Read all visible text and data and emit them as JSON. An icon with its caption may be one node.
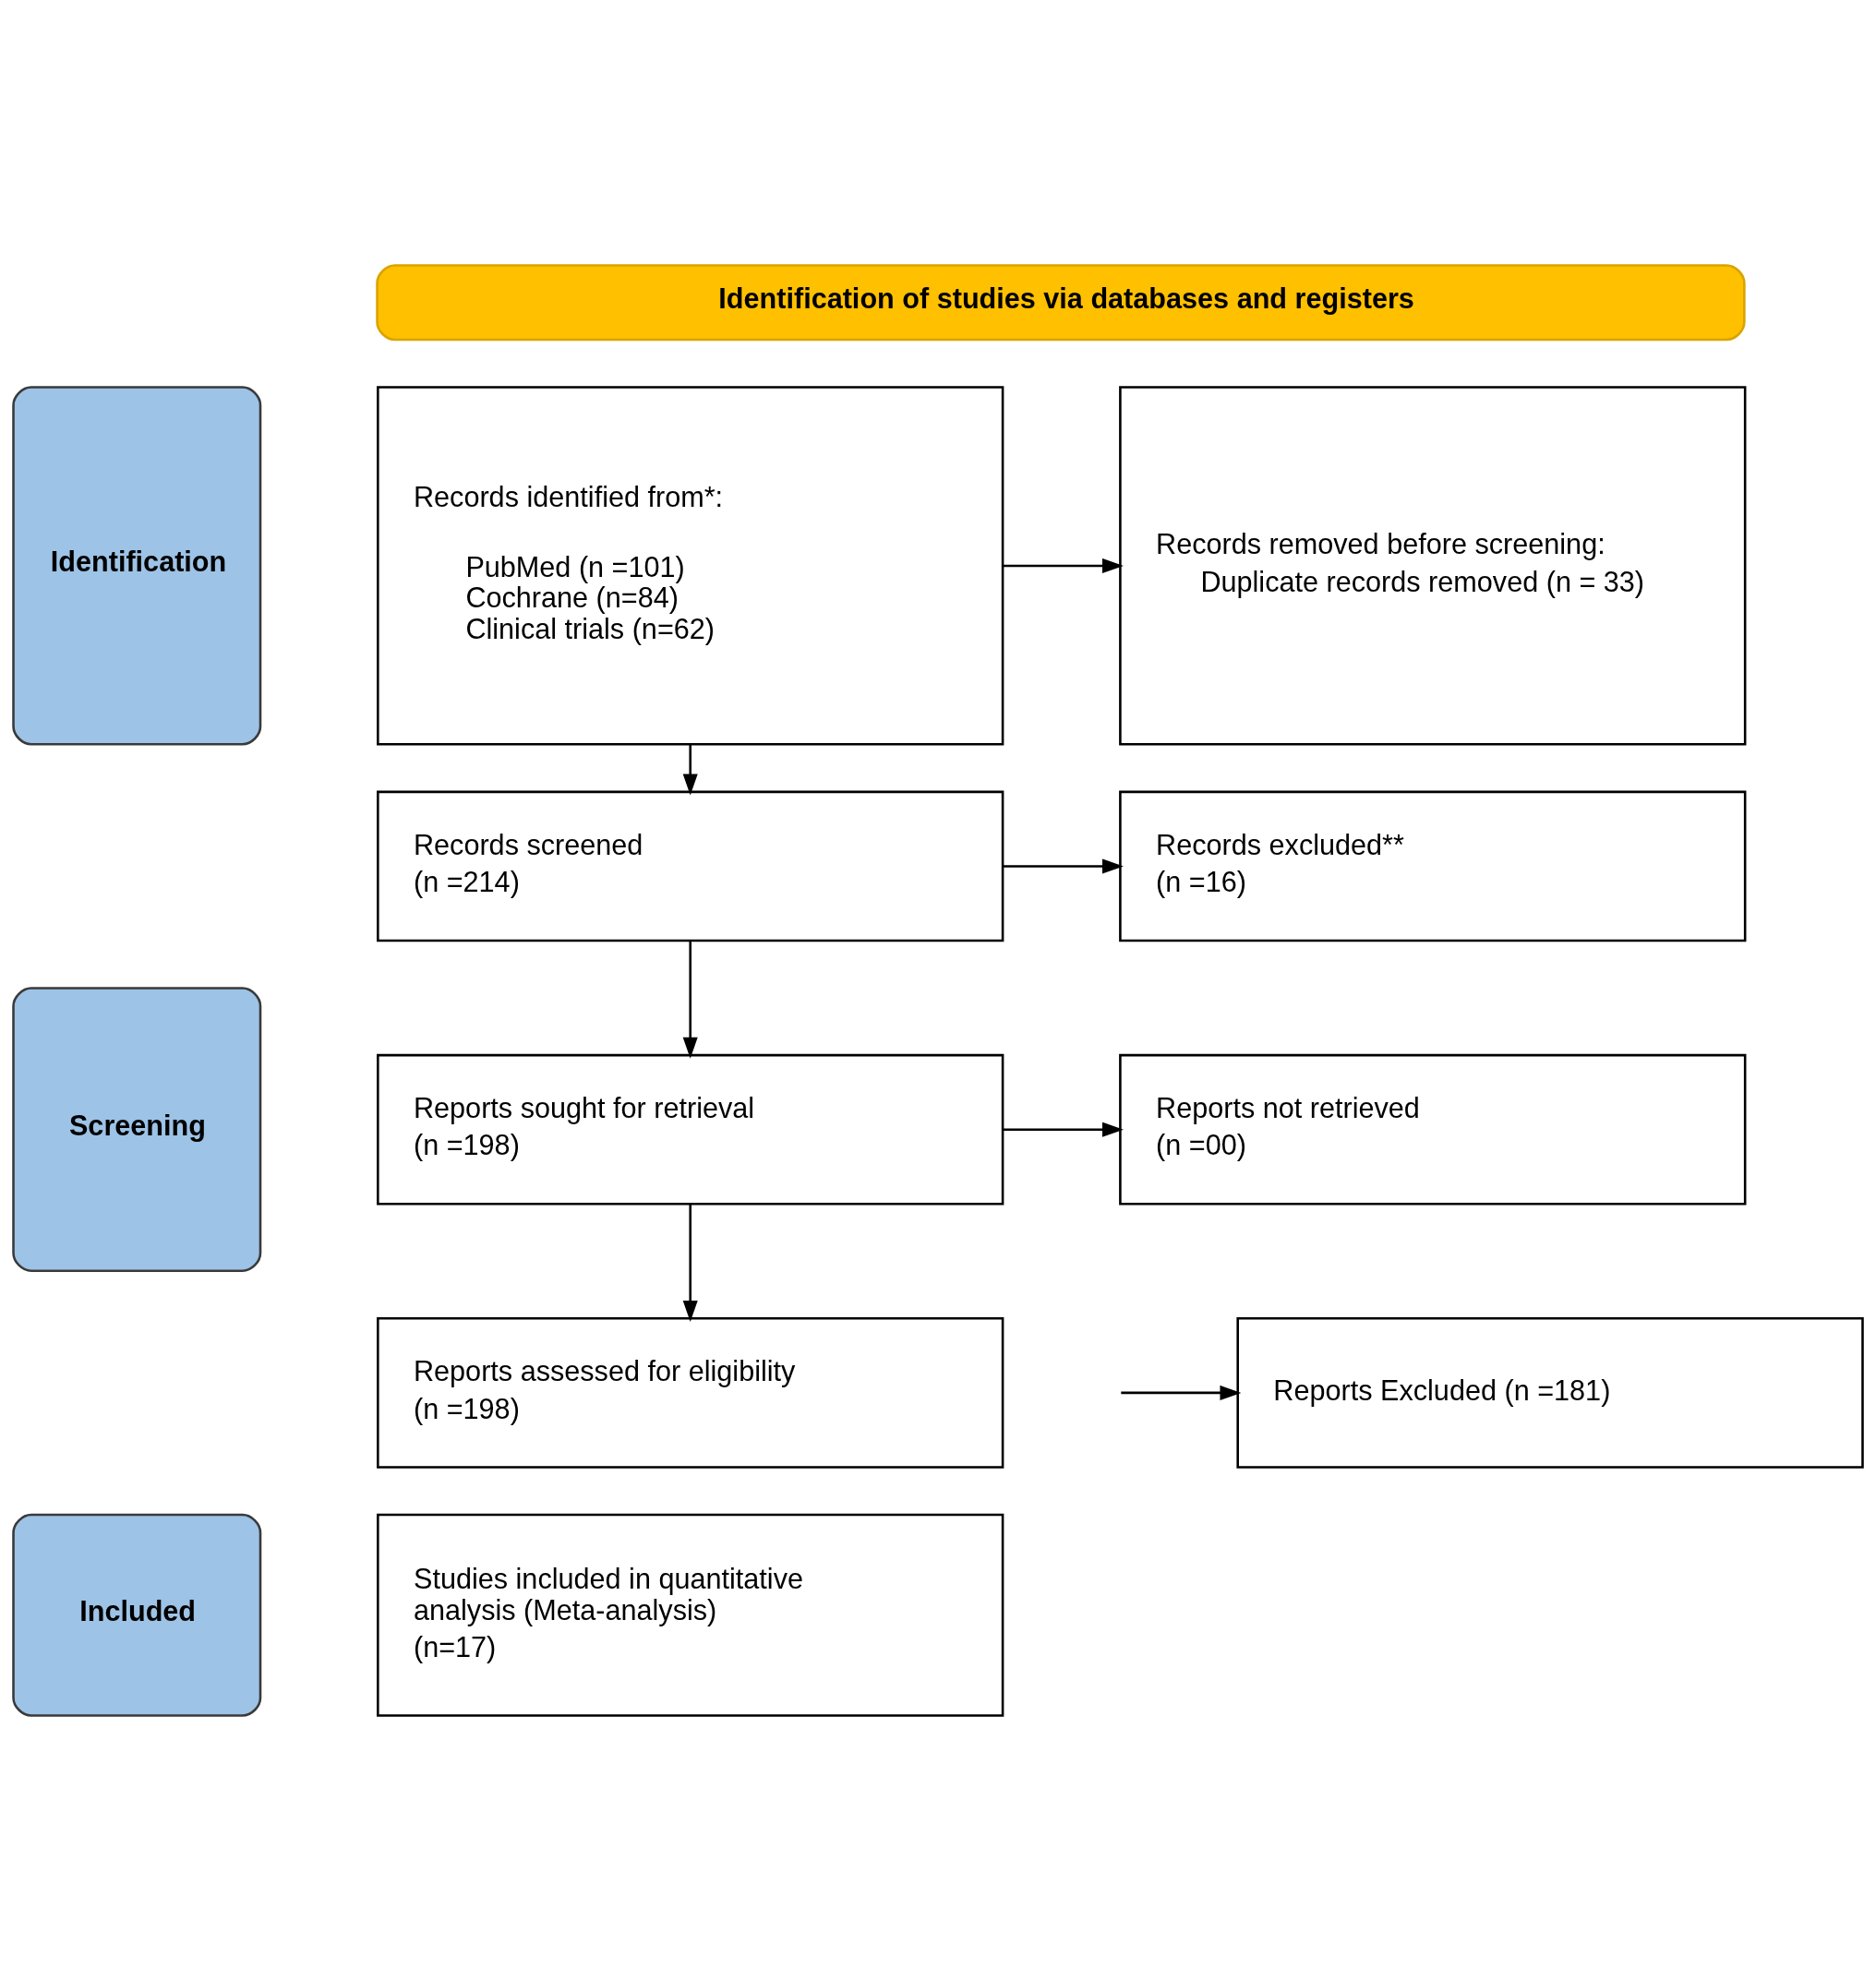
{
  "diagram": {
    "nodes": [
      {
        "text": [
          "Identification of studies via databases and registers"
        ]
      },
      {
        "text": [
          "Identification"
        ]
      },
      {
        "text": [
          "Records identified from*:",
          "PubMed (n =101)",
          "Cochrane (n=84)",
          "Clinical trials (n=62)"
        ]
      },
      {
        "text": [
          "Records removed before screening:",
          "Duplicate records removed (n = 33)"
        ]
      },
      {
        "text": [
          "Screening"
        ]
      },
      {
        "text": [
          "Records screened",
          "(n =214)"
        ]
      },
      {
        "text": [
          "Records excluded**",
          "(n =16)"
        ]
      },
      {
        "text": [
          "Reports sought for retrieval",
          "(n =198)"
        ]
      },
      {
        "text": [
          "Reports not retrieved",
          "(n =00)"
        ]
      },
      {
        "text": [
          "Reports assessed for eligibility",
          "(n =198)"
        ]
      },
      {
        "text": [
          "Reports Excluded (n =181)"
        ]
      },
      {
        "text": [
          "Included"
        ]
      },
      {
        "text": [
          "Studies included in quantitative analysis (Meta-analysis)",
          "(n=17)"
        ]
      }
    ],
    "edges": [
      {
        "from": 2,
        "to": 3,
        "arrow": "to"
      },
      {
        "from": 2,
        "to": 5,
        "arrow": "to"
      },
      {
        "from": 5,
        "to": 6,
        "arrow": "to"
      },
      {
        "from": 5,
        "to": 7,
        "arrow": "to"
      },
      {
        "from": 7,
        "to": 8,
        "arrow": "to"
      },
      {
        "from": 7,
        "to": 9,
        "arrow": "to"
      },
      {
        "from": null,
        "to": 10,
        "arrow": "to"
      }
    ]
  }
}
